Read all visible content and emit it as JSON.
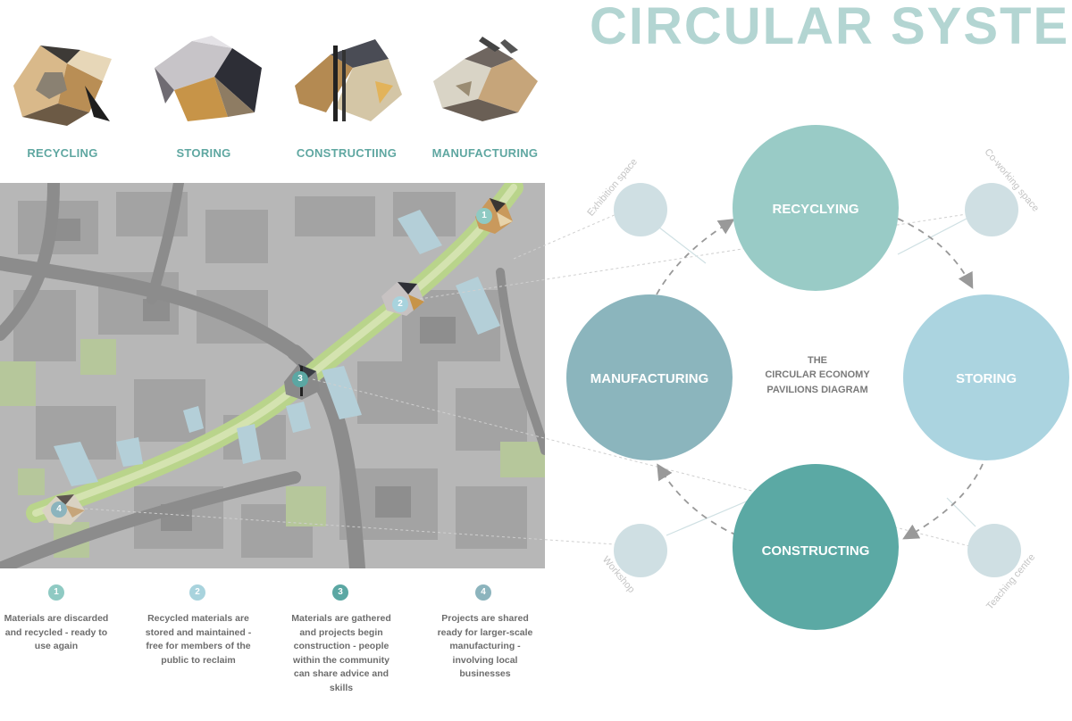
{
  "title": "CIRCULAR SYSTEM",
  "pavilions": [
    {
      "label": "RECYCLING",
      "icon": "recycling-pavilion-icon"
    },
    {
      "label": "STORING",
      "icon": "storing-pavilion-icon"
    },
    {
      "label": "CONSTRUCTIING",
      "icon": "constructing-pavilion-icon"
    },
    {
      "label": "MANUFACTURING",
      "icon": "manufacturing-pavilion-icon"
    }
  ],
  "map": {
    "markers": [
      "1",
      "2",
      "3",
      "4"
    ]
  },
  "steps": [
    {
      "number": "1",
      "text": "Materials are discarded and recycled - ready to use again",
      "color": "#8fcac3"
    },
    {
      "number": "2",
      "text": "Recycled materials are stored and maintained - free for members of the public to reclaim",
      "color": "#a8d3dd"
    },
    {
      "number": "3",
      "text": "Materials are gathered and projects begin construction - people within the community can share advice and skills",
      "color": "#5ba7a3"
    },
    {
      "number": "4",
      "text": "Projects are shared ready for larger-scale manufacturing - involving local businesses",
      "color": "#8cb4bd"
    }
  ],
  "diagram": {
    "center_lines": [
      "THE",
      "CIRCULAR ECONOMY",
      "PAVILIONS DIAGRAM"
    ],
    "main_nodes": [
      {
        "label": "RECYCLYING",
        "color": "#99cbc6"
      },
      {
        "label": "STORING",
        "color": "#abd4e0"
      },
      {
        "label": "CONSTRUCTING",
        "color": "#5ba9a4"
      },
      {
        "label": "MANUFACTURING",
        "color": "#8bb5bd"
      }
    ],
    "satellite_nodes": [
      {
        "label": "Exhibition space"
      },
      {
        "label": "Co-working space"
      },
      {
        "label": "Teaching centre"
      },
      {
        "label": "Workshop"
      }
    ]
  },
  "colors": {
    "title": "#b3d5d2",
    "pavilion_label": "#5fa7a1",
    "satellite": "#cfdfe3",
    "arrow": "#999999"
  }
}
